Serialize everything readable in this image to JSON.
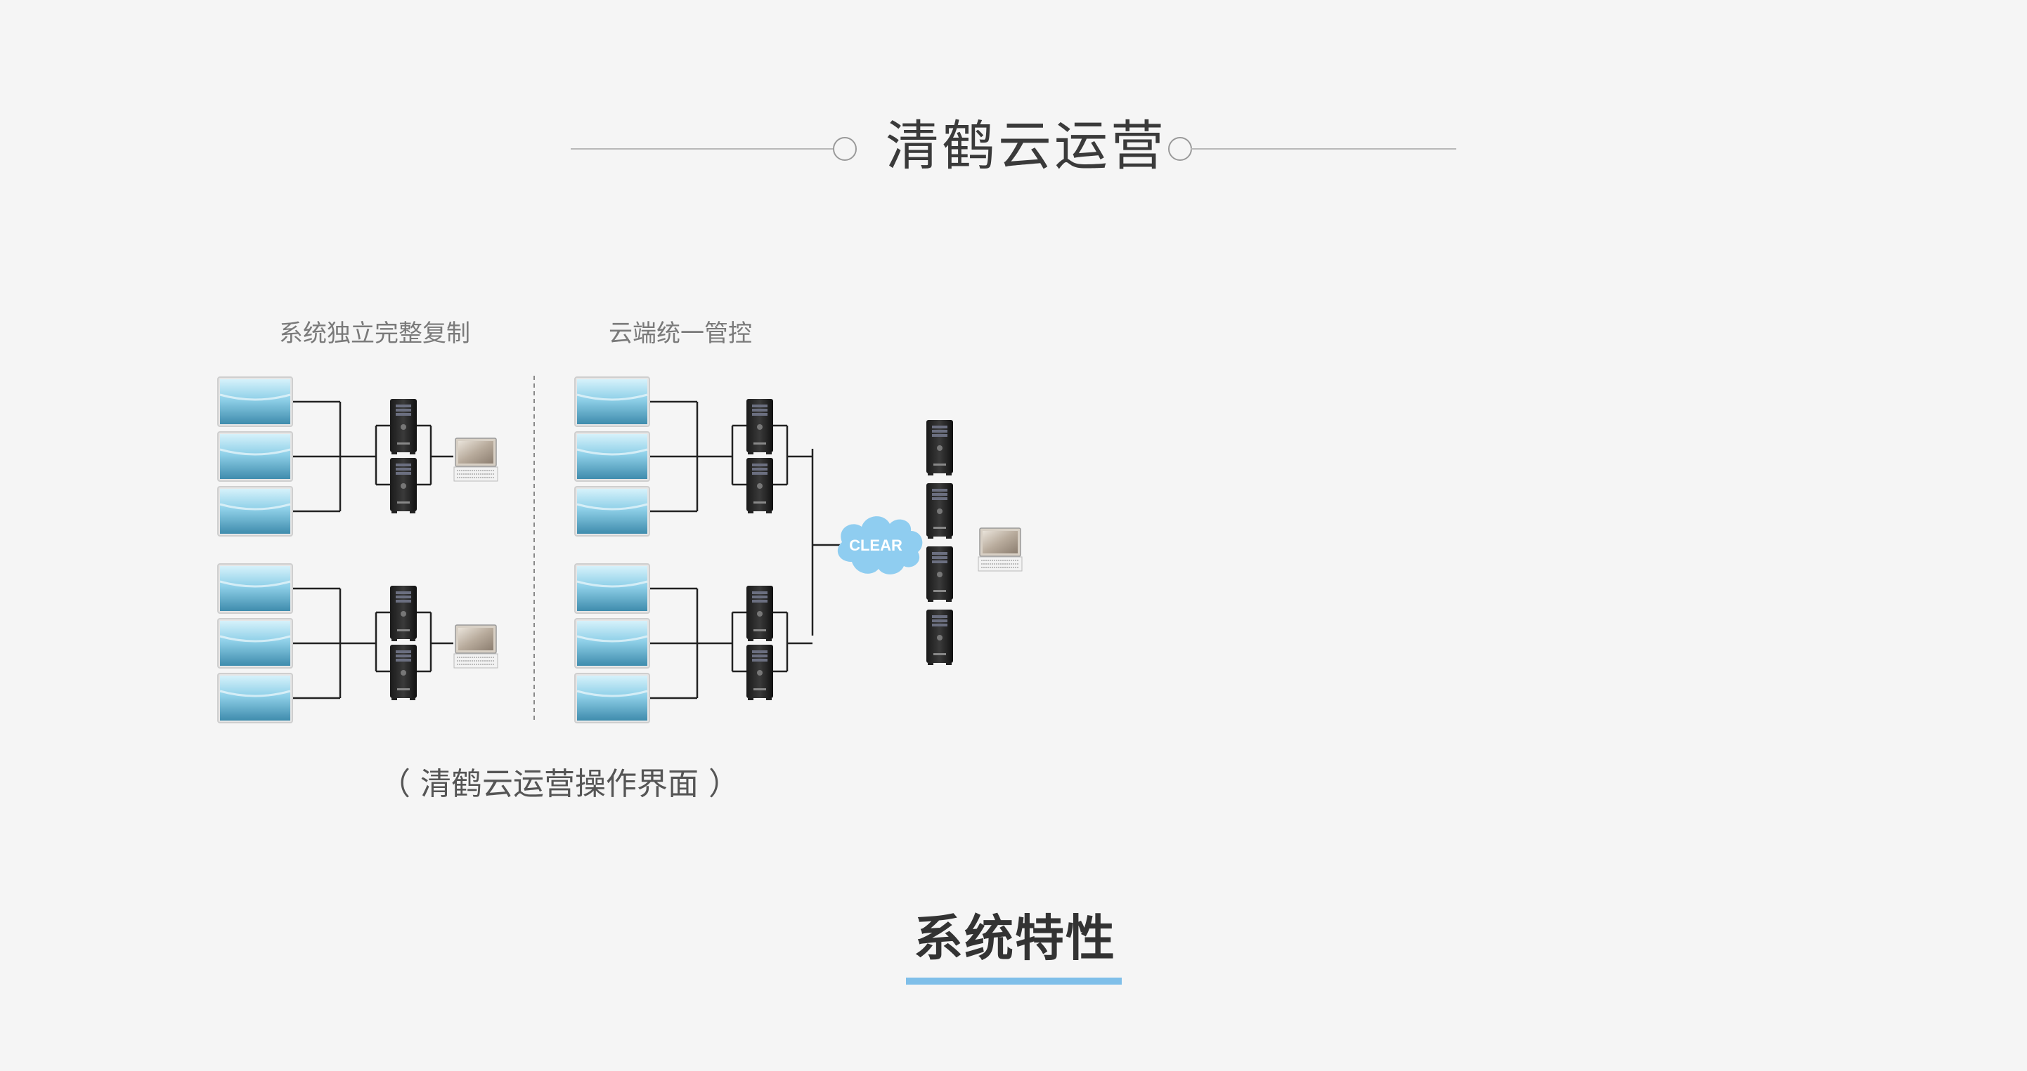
{
  "header": {
    "title": "清鹤云运营"
  },
  "diagram": {
    "left_panel": {
      "label": "系统独立完整复制"
    },
    "right_panel": {
      "label": "云端统一管控"
    },
    "cloud": {
      "label": "CLEAR",
      "color": "#8fcdf0"
    },
    "caption": "（ 清鹤云运营操作界面 ）",
    "colors": {
      "monitor_top": "#cfeefa",
      "monitor_bottom": "#4a93b4",
      "line": "#222222"
    }
  },
  "section": {
    "title": "系统特性",
    "underline_color": "#7fbfe9"
  }
}
